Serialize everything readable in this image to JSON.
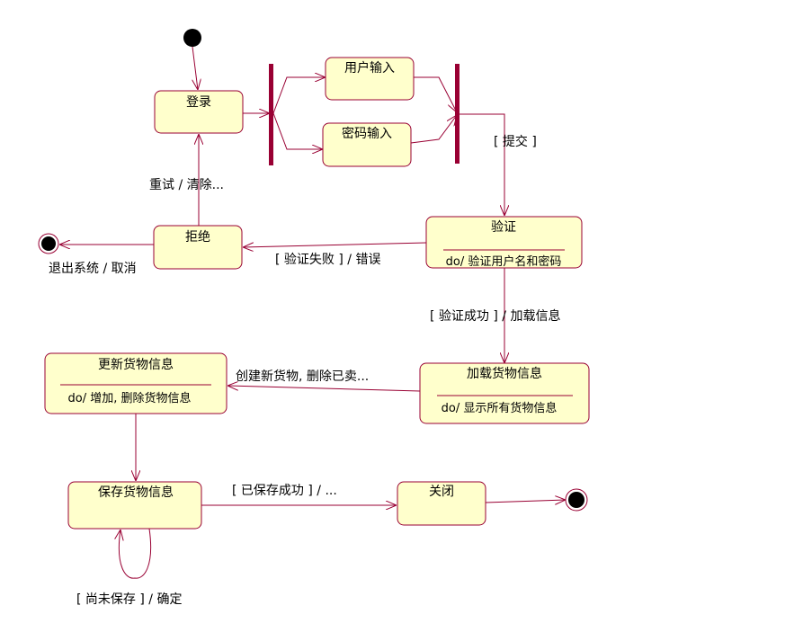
{
  "states": {
    "login": "登录",
    "user_input": "用户输入",
    "password_input": "密码输入",
    "verify": {
      "name": "验证",
      "action": "do/ 验证用户名和密码"
    },
    "reject": "拒绝",
    "load_goods": {
      "name": "加载货物信息",
      "action": "do/ 显示所有货物信息"
    },
    "update_goods": {
      "name": "更新货物信息",
      "action": "do/ 增加, 删除货物信息"
    },
    "save_goods": "保存货物信息",
    "close": "关闭"
  },
  "transitions": {
    "submit": "[ 提交 ]",
    "retry": "重试 / 清除...",
    "verify_fail": "[ 验证失败 ] / 错误",
    "exit": "退出系统 / 取消",
    "verify_success": "[ 验证成功 ] / 加载信息",
    "create_new": "创建新货物, 删除已卖...",
    "saved_success": "[ 已保存成功 ] / ...",
    "not_saved": "[ 尚未保存 ] / 确定"
  },
  "colors": {
    "line": "#990033",
    "state_fill": "#ffffcc"
  }
}
